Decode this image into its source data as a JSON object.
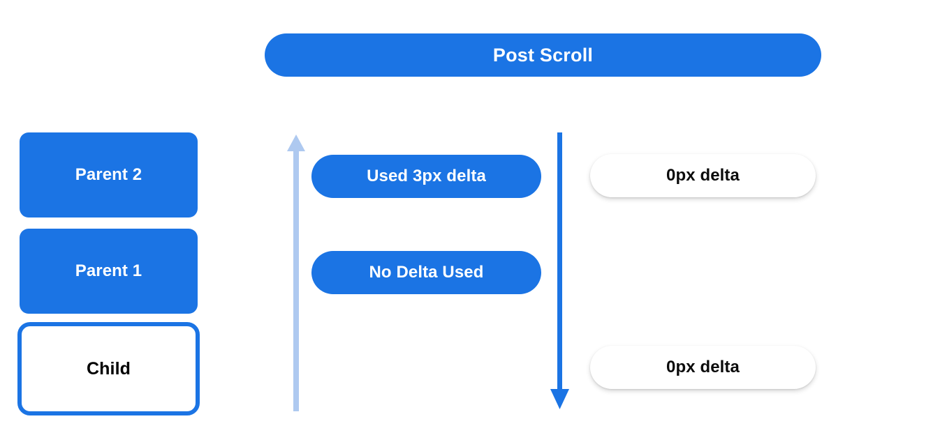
{
  "header": {
    "title": "Post Scroll"
  },
  "colors": {
    "primary_blue": "#1b74e4",
    "light_blue": "#aec9f0",
    "text_white": "#ffffff",
    "text_black": "#000000",
    "background": "#ffffff"
  },
  "scroll_chain": {
    "nodes": [
      {
        "label": "Parent 2",
        "style": "filled"
      },
      {
        "label": "Parent 1",
        "style": "filled"
      },
      {
        "label": "Child",
        "style": "outlined"
      }
    ]
  },
  "arrows": [
    {
      "name": "scroll-up-arrow",
      "direction": "up",
      "color": "#aec9f0"
    },
    {
      "name": "scroll-down-arrow",
      "direction": "down",
      "color": "#1b74e4"
    }
  ],
  "consumption": {
    "pills": [
      {
        "label": "Used 3px delta"
      },
      {
        "label": "No Delta Used"
      }
    ]
  },
  "remaining": {
    "pills": [
      {
        "label": "0px delta"
      },
      {
        "label": "0px delta"
      }
    ]
  }
}
